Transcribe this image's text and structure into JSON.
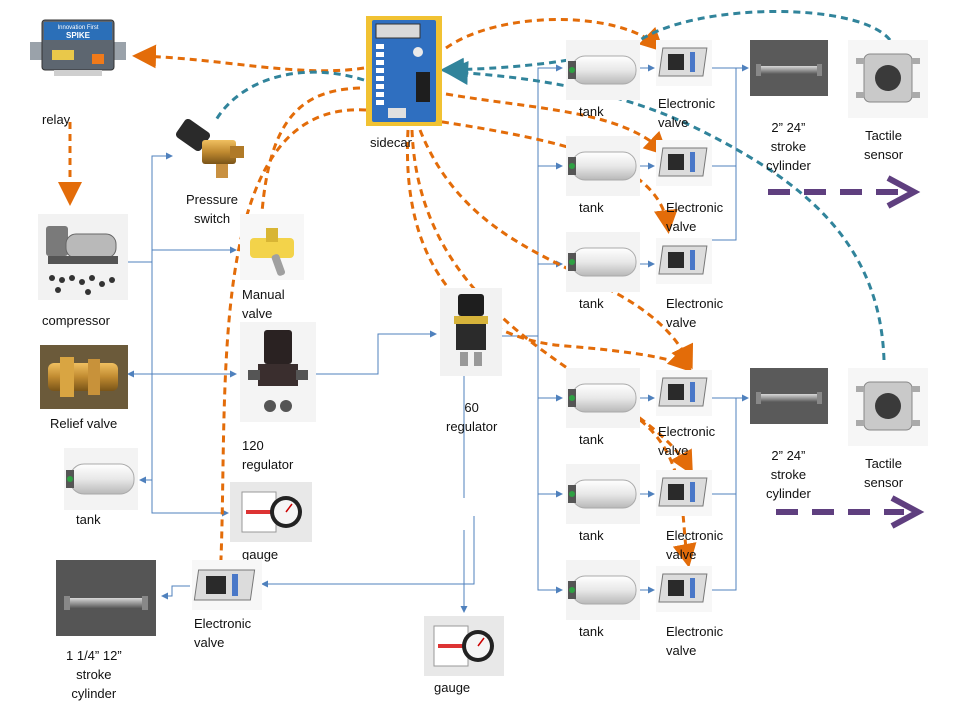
{
  "labels": {
    "relay": "relay",
    "sidecar": "sidecar",
    "pressure_switch": "Pressure\nswitch",
    "manual_valve": "Manual\nvalve",
    "compressor": "compressor",
    "relief_valve": "Relief valve",
    "regulator_120": "120\nregulator",
    "regulator_60": "60\nregulator",
    "tank_left": "tank",
    "gauge_left": "gauge",
    "gauge_bottom": "gauge",
    "electronic_valve_bottom": "Electronic\nvalve",
    "cylinder_small": "1 1/4” 12”\nstroke\ncylinder",
    "tank": "tank",
    "electronic_valve": "Electronic\nvalve",
    "cylinder_large": "2” 24”\nstroke\ncylinder",
    "tactile_sensor": "Tactile\nsensor"
  },
  "relay_device": {
    "brand": "Innovation First",
    "name": "SPIKE"
  },
  "colors": {
    "air_line": "#4f81bd",
    "signal_orange": "#e36c09",
    "sensor_teal": "#31849b",
    "motion_purple": "#5f3f7f"
  },
  "icons": [
    "relay-icon",
    "sidecar-board-icon",
    "pressure-switch-icon",
    "manual-valve-icon",
    "compressor-icon",
    "relief-valve-icon",
    "regulator-icon",
    "tank-icon",
    "gauge-icon",
    "electronic-valve-icon",
    "cylinder-icon",
    "tactile-sensor-icon"
  ]
}
